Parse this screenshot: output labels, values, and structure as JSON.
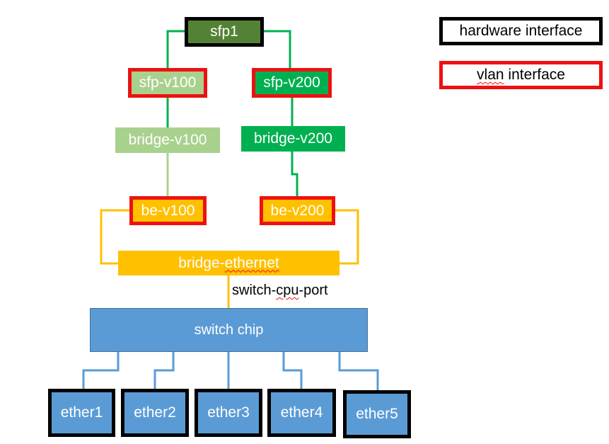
{
  "colors": {
    "sfp1_fill": "#548235",
    "v100_fill": "#a9d18e",
    "v200_fill": "#00b050",
    "ethernet_fill": "#ffc000",
    "switch_fill": "#5b9bd5",
    "hardware_border": "#000000",
    "vlan_border": "#ee1111",
    "link_v100": "#a9d18e",
    "link_v200": "#00b050",
    "link_sfp": "#00b050",
    "link_ethernet": "#ffc000",
    "link_switch": "#5b9bd5"
  },
  "legend": {
    "hardware": "hardware interface",
    "vlan_prefix": "vlan",
    "vlan_suffix": " interface"
  },
  "nodes": {
    "sfp1": "sfp1",
    "sfp_v100": "sfp-v100",
    "sfp_v200": "sfp-v200",
    "bridge_v100": "bridge-v100",
    "bridge_v200": "bridge-v200",
    "be_v100": "be-v100",
    "be_v200": "be-v200",
    "bridge_ethernet_a": "bridge-",
    "bridge_ethernet_b": "ethernet",
    "switch_chip": "switch chip",
    "ether1": "ether1",
    "ether2": "ether2",
    "ether3": "ether3",
    "ether4": "ether4",
    "ether5": "ether5"
  },
  "labels": {
    "cpu_port_a": "switch-",
    "cpu_port_b": "cpu",
    "cpu_port_c": "-port"
  }
}
